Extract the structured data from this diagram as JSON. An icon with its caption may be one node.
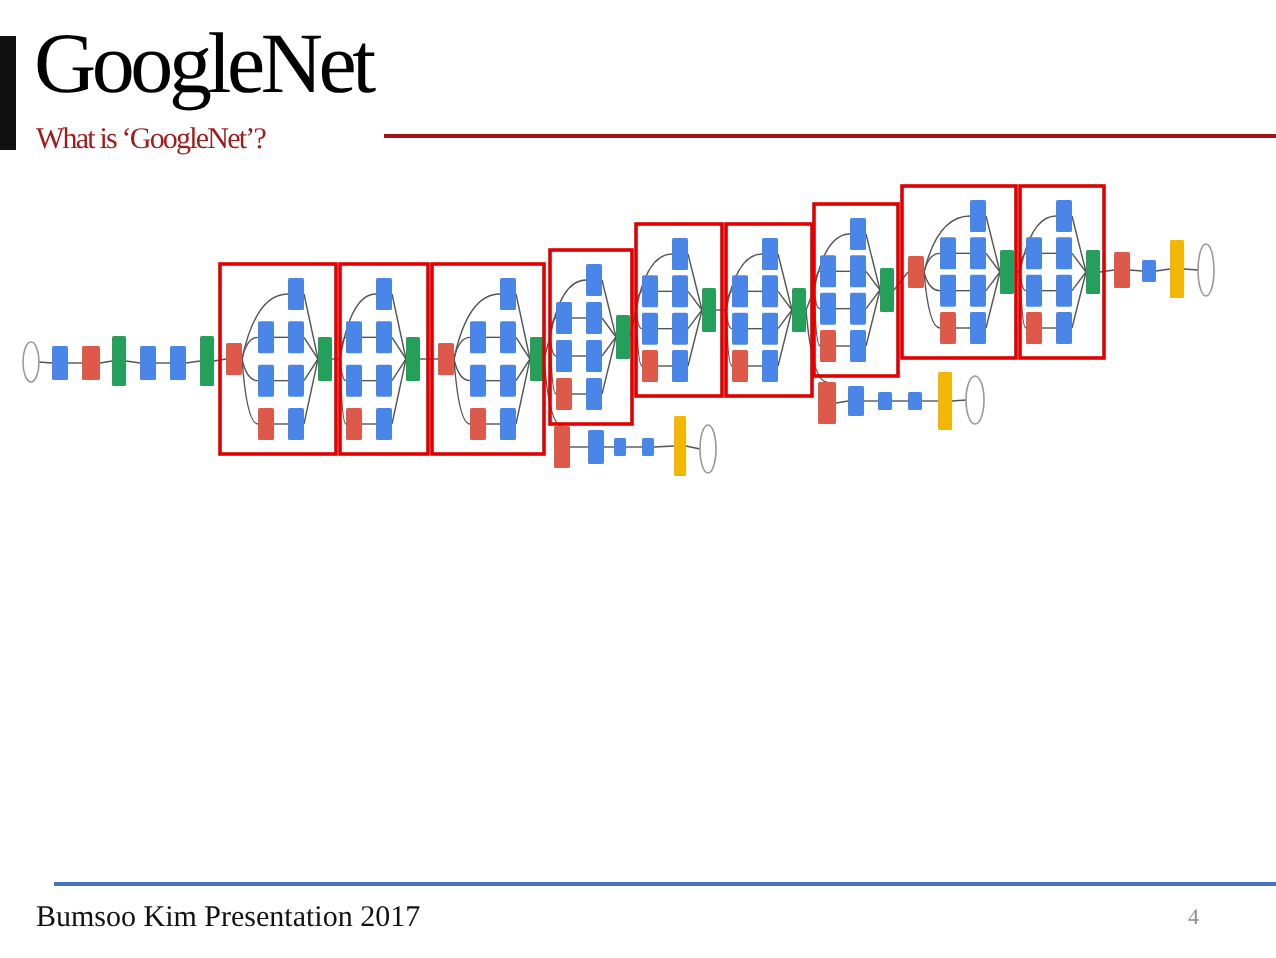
{
  "diagram": {
    "title": "GoogleNet",
    "labels": [
      "What is ‘GoogleNet’?",
      "Bumsoo Kim Presentation 2017",
      "4"
    ]
  }
}
